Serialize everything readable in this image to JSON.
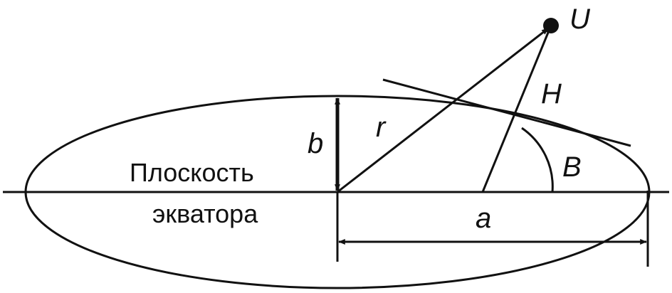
{
  "diagram": {
    "labels": {
      "point": "U",
      "height": "H",
      "radius": "r",
      "semi_minor": "b",
      "latitude": "B",
      "semi_major": "a",
      "plane_line1": "Плоскость",
      "plane_line2": "экватора"
    }
  }
}
